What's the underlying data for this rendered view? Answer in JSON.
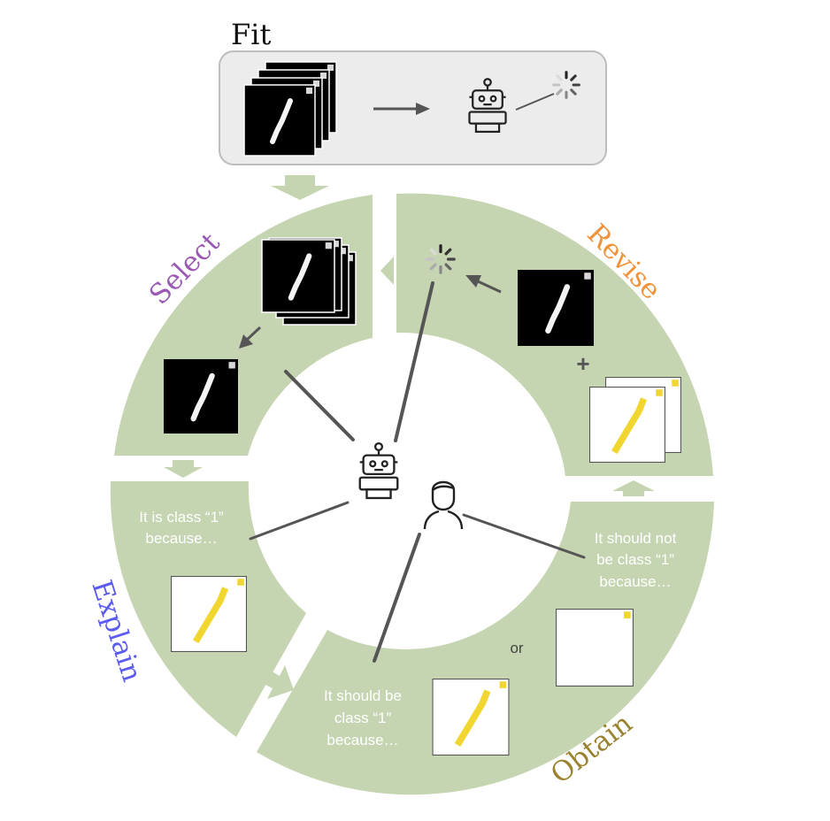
{
  "stages": {
    "fit": "Fit",
    "select": "Select",
    "explain": "Explain",
    "obtain": "Obtain",
    "revise": "Revise"
  },
  "captions": {
    "explain_line1": "It is class “1”",
    "explain_line2": "because…",
    "obtain_should_line1": "It should be",
    "obtain_should_line2": "class “1”",
    "obtain_should_line3": "because…",
    "obtain_not_line1": "It should not",
    "obtain_not_line2": "be class “1”",
    "obtain_not_line3": "because…",
    "or": "or",
    "plus": "+"
  },
  "colors": {
    "ring_fill": "#c5d5b1",
    "fit_box_fill": "#ececec",
    "fit_box_stroke": "#bdbdbd",
    "select_label": "#9b59b6",
    "explain_label": "#5b5bf0",
    "obtain_label": "#9a8330",
    "revise_label": "#f0923a",
    "explanation_stroke": "#f2d630",
    "arrow": "#555555",
    "caption_text": "#ffffff"
  },
  "icons": [
    "robot-icon",
    "person-icon",
    "loading-spinner-icon",
    "digit-image-icon",
    "explanation-image-icon",
    "arrow-icon"
  ]
}
